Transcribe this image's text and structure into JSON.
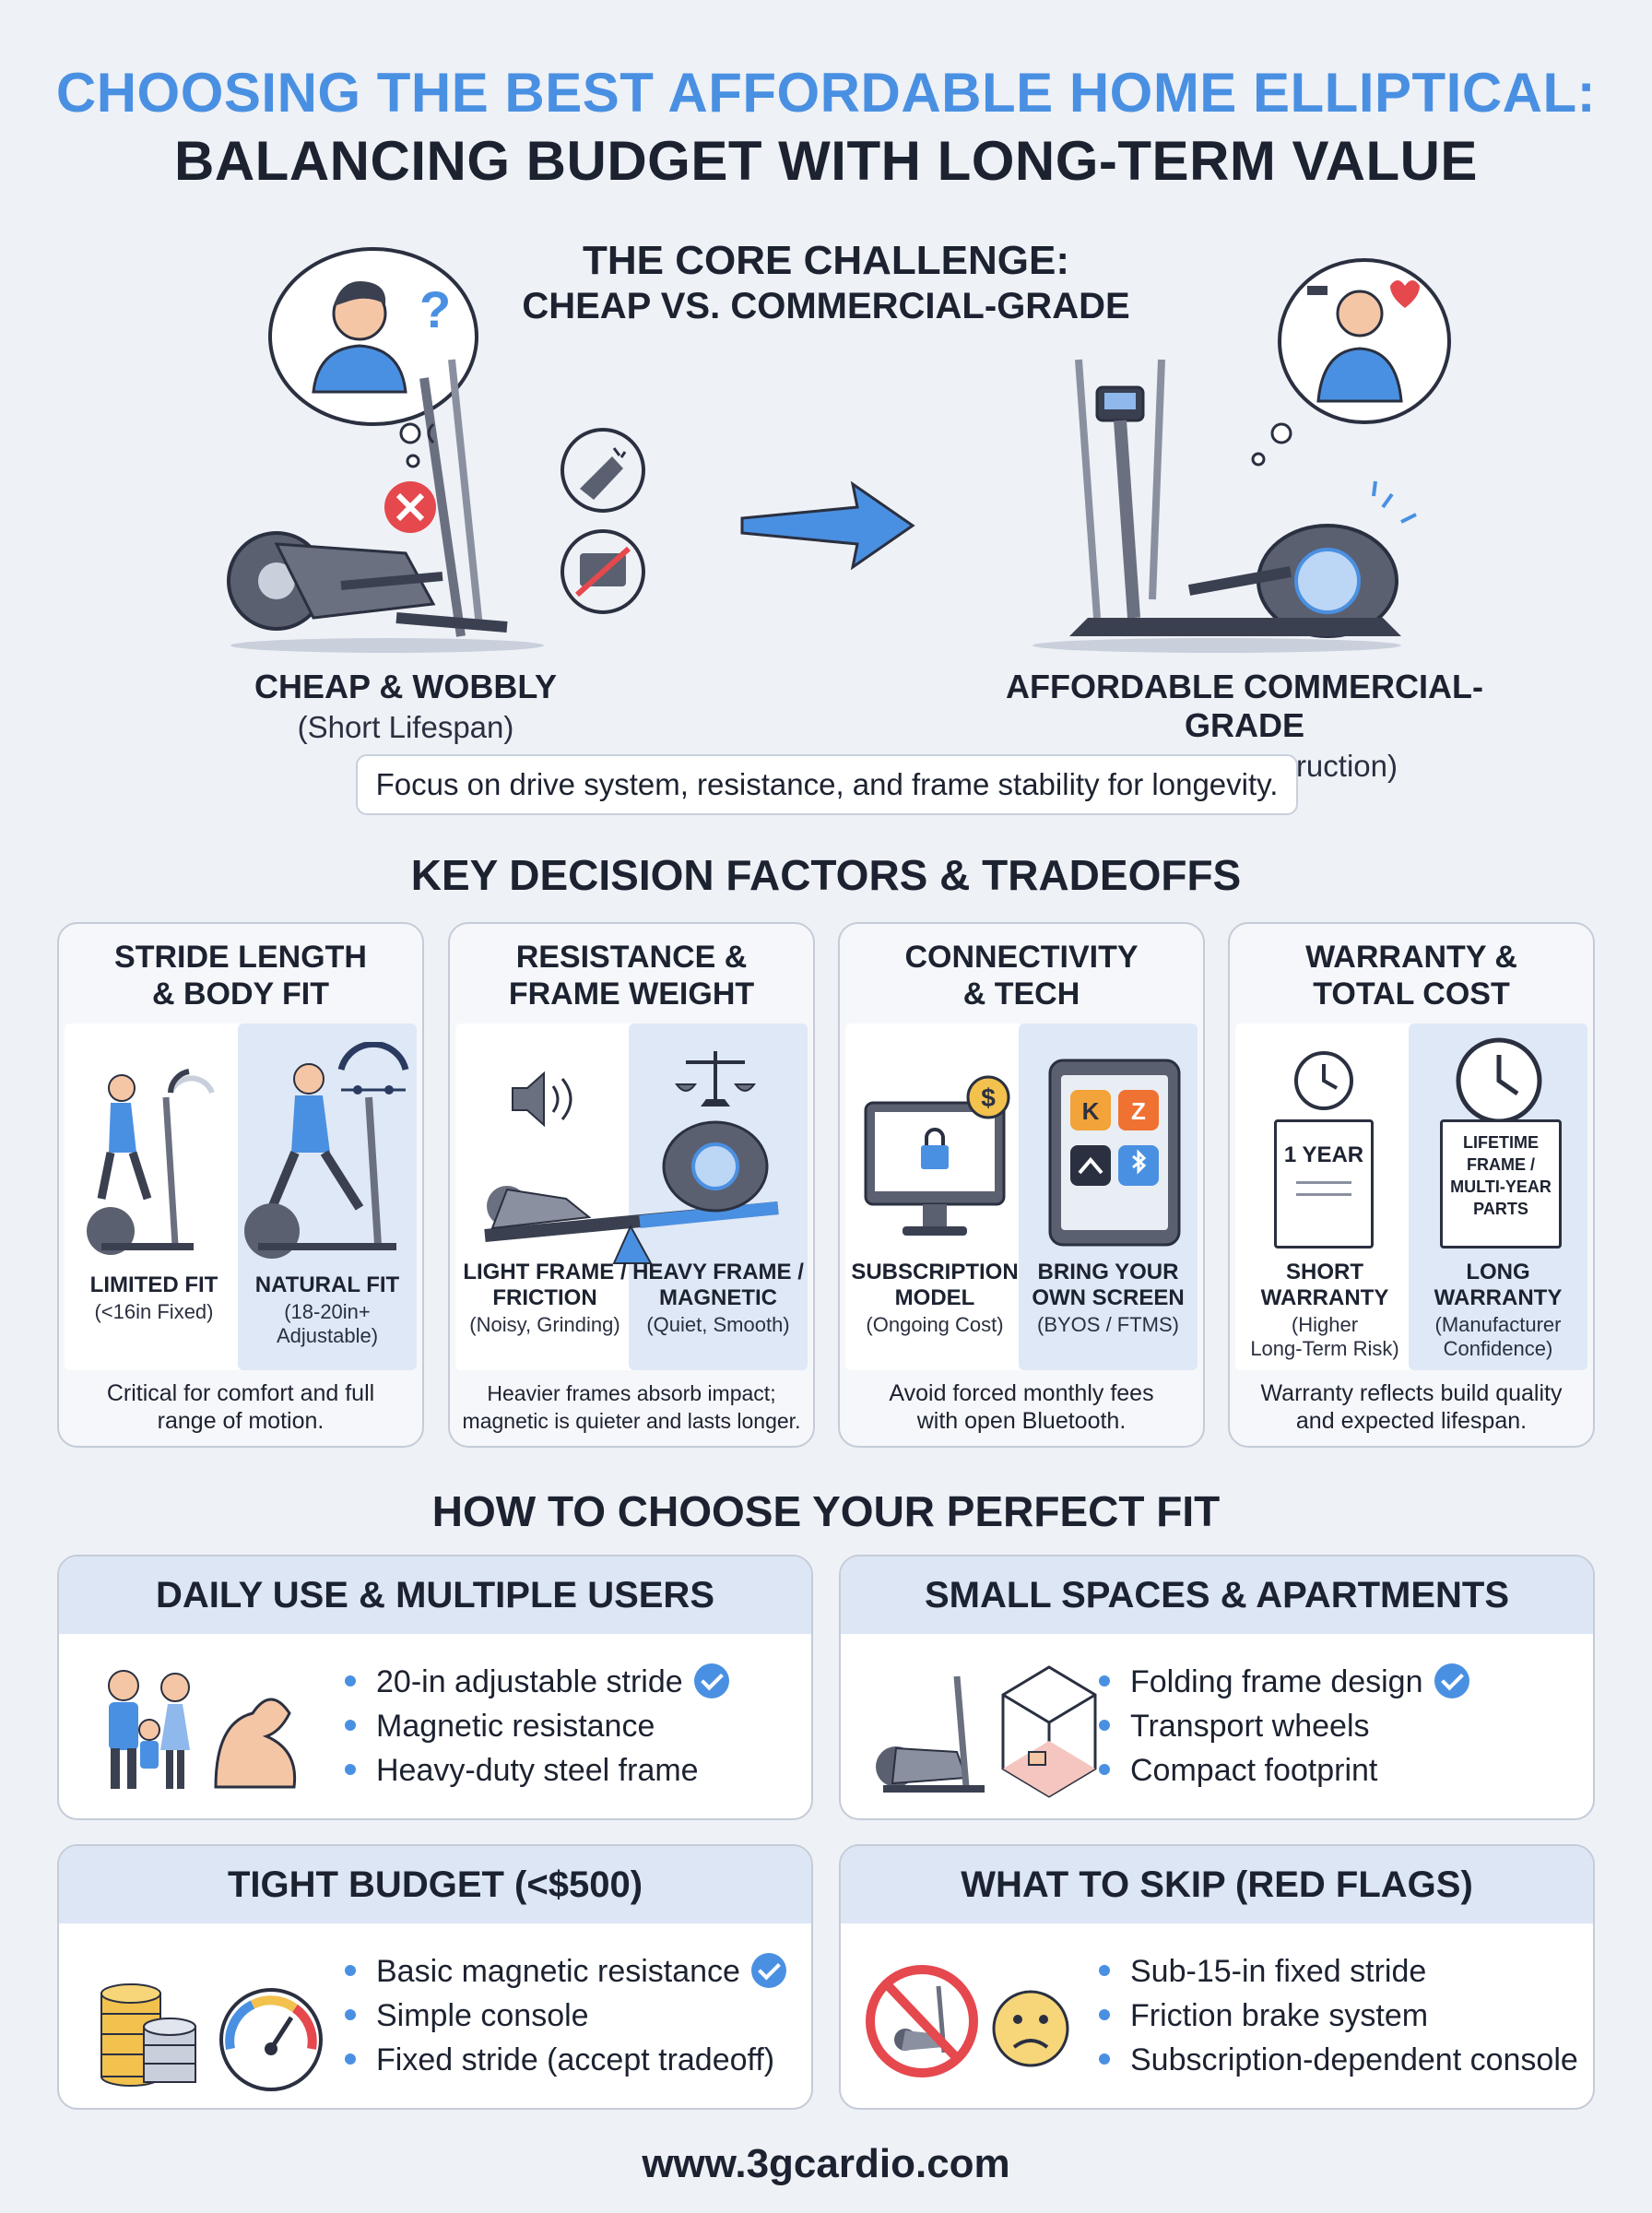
{
  "header": {
    "title_line1": "CHOOSING THE BEST AFFORDABLE HOME ELLIPTICAL:",
    "title_line2": "BALANCING BUDGET WITH LONG-TERM VALUE"
  },
  "core": {
    "heading_line1": "THE CORE CHALLENGE:",
    "heading_line2": "CHEAP VS. COMMERCIAL-GRADE",
    "left_label": "CHEAP & WOBBLY",
    "left_sub": "(Short Lifespan)",
    "right_label": "AFFORDABLE COMMERCIAL-GRADE",
    "right_sub": "(Durable Construction)",
    "focus_note": "Focus on drive system, resistance, and frame stability for longevity."
  },
  "factors": {
    "heading": "KEY DECISION FACTORS & TRADEOFFS",
    "cards": [
      {
        "title_line1": "STRIDE LENGTH",
        "title_line2": "& BODY FIT",
        "left_label": "LIMITED FIT",
        "left_sub_line1": "(<16in Fixed)",
        "left_sub_line2": "",
        "right_label_line1": "NATURAL FIT",
        "right_label_line2": "",
        "right_sub_line1": "(18-20in+",
        "right_sub_line2": "Adjustable)",
        "foot_line1": "Critical for comfort and full",
        "foot_line2": "range of motion."
      },
      {
        "title_line1": "RESISTANCE &",
        "title_line2": "FRAME WEIGHT",
        "left_label_line1": "LIGHT FRAME /",
        "left_label_line2": "FRICTION",
        "left_sub": "(Noisy, Grinding)",
        "right_label_line1": "HEAVY FRAME /",
        "right_label_line2": "MAGNETIC",
        "right_sub": "(Quiet, Smooth)",
        "foot_line1": "Heavier frames absorb impact;",
        "foot_line2": "magnetic is quieter and lasts longer."
      },
      {
        "title_line1": "CONNECTIVITY",
        "title_line2": "& TECH",
        "left_label_line1": "SUBSCRIPTION",
        "left_label_line2": "MODEL",
        "left_sub": "(Ongoing Cost)",
        "right_label_line1": "BRING YOUR",
        "right_label_line2": "OWN SCREEN",
        "right_sub": "(BYOS / FTMS)",
        "foot_line1": "Avoid forced monthly fees",
        "foot_line2": "with open Bluetooth."
      },
      {
        "title_line1": "WARRANTY &",
        "title_line2": "TOTAL COST",
        "doc_left": "1 YEAR",
        "doc_right_line1": "LIFETIME",
        "doc_right_line2": "FRAME /",
        "doc_right_line3": "MULTI-YEAR",
        "doc_right_line4": "PARTS",
        "left_label_line1": "SHORT",
        "left_label_line2": "WARRANTY",
        "left_sub_line1": "(Higher",
        "left_sub_line2": "Long-Term Risk)",
        "right_label_line1": "LONG",
        "right_label_line2": "WARRANTY",
        "right_sub_line1": "(Manufacturer",
        "right_sub_line2": "Confidence)",
        "foot_line1": "Warranty reflects build quality",
        "foot_line2": "and expected lifespan."
      }
    ]
  },
  "choose": {
    "heading": "HOW TO CHOOSE YOUR PERFECT FIT",
    "cards": [
      {
        "title": "DAILY USE & MULTIPLE USERS",
        "items": [
          "20-in adjustable stride",
          "Magnetic resistance",
          "Heavy-duty steel frame"
        ]
      },
      {
        "title": "SMALL SPACES & APARTMENTS",
        "items": [
          "Folding frame design",
          "Transport wheels",
          "Compact footprint"
        ]
      },
      {
        "title": "TIGHT BUDGET (<$500)",
        "items": [
          "Basic magnetic resistance",
          "Simple console",
          "Fixed stride (accept tradeoff)"
        ]
      },
      {
        "title": "WHAT TO SKIP (RED FLAGS)",
        "items": [
          "Sub-15-in fixed stride",
          "Friction brake system",
          "Subscription-dependent console"
        ]
      }
    ]
  },
  "footer": {
    "url": "www.3gcardio.com"
  },
  "colors": {
    "accent": "#4a90e2",
    "ink": "#1c2230",
    "panel_blue": "#dfe8f6",
    "warn_red": "#e5484d",
    "heart": "#e5484d",
    "coin": "#f2c14e"
  }
}
